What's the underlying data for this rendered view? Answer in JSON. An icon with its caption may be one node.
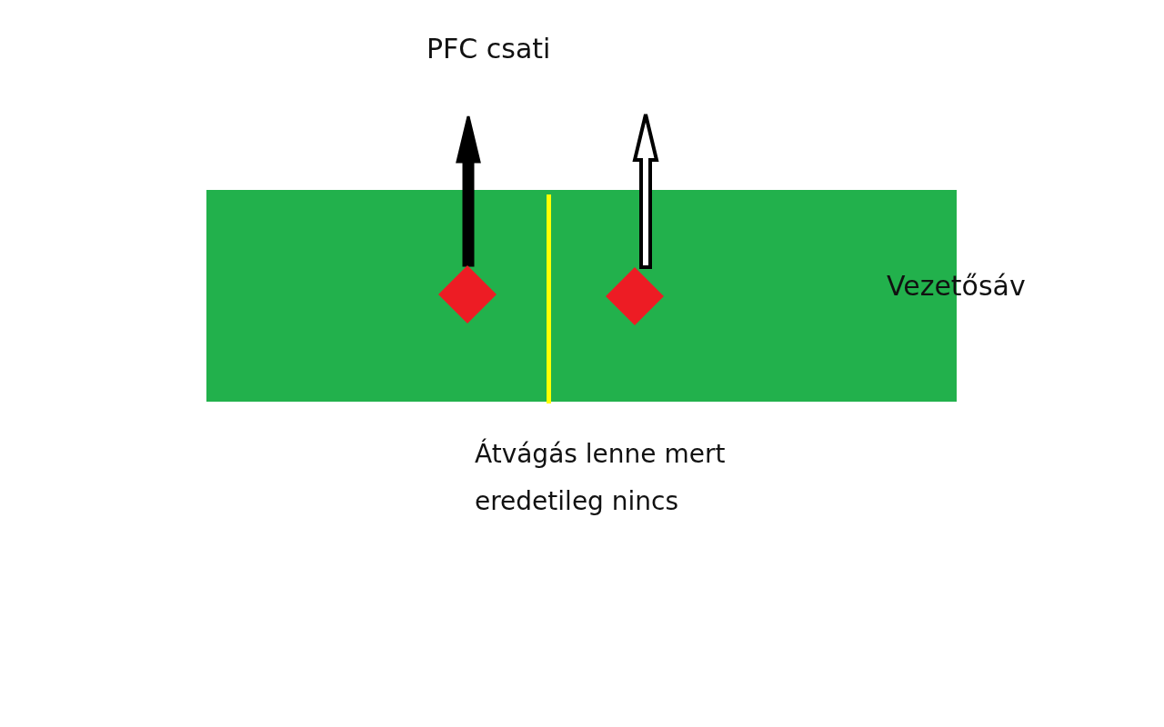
{
  "diagram": {
    "nodes": [
      {
        "text": [
          "Vezetősáv"
        ]
      },
      {
        "text": [],
        "shape": "diamond",
        "in": 0
      },
      {
        "text": [],
        "shape": "diamond",
        "in": 0
      }
    ],
    "edges": [
      {
        "from": 1,
        "to": null,
        "arrow": "to",
        "style": "thick"
      },
      {
        "from": 2,
        "to": null,
        "arrow": "to"
      }
    ],
    "labels": [
      "PFC csati",
      "Átvágás lenne mert eredetileg nincs"
    ]
  }
}
